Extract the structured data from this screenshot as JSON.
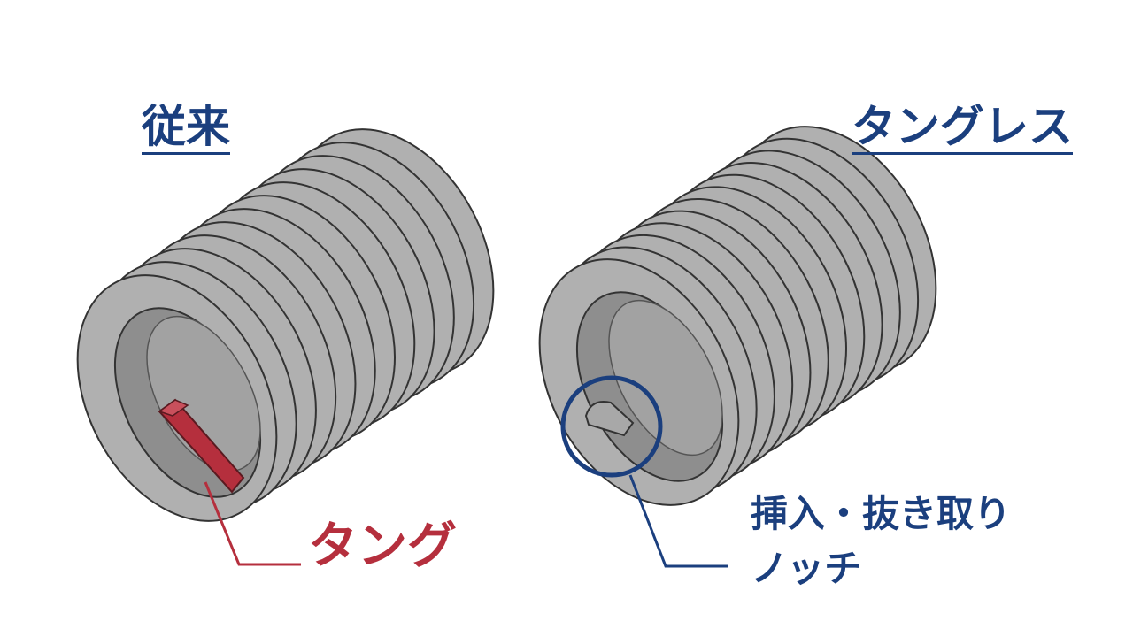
{
  "labels": {
    "conventional_title": "従来",
    "tangless_title": "タングレス",
    "tang_label": "タング",
    "notch_label_line1": "挿入・抜き取り",
    "notch_label_line2": "ノッチ"
  },
  "colors": {
    "blue": "#1b3f7e",
    "red": "#b52f3d",
    "coil": "#b0b0b0",
    "coil_dark": "#8e8e8e",
    "outline": "#333333"
  }
}
